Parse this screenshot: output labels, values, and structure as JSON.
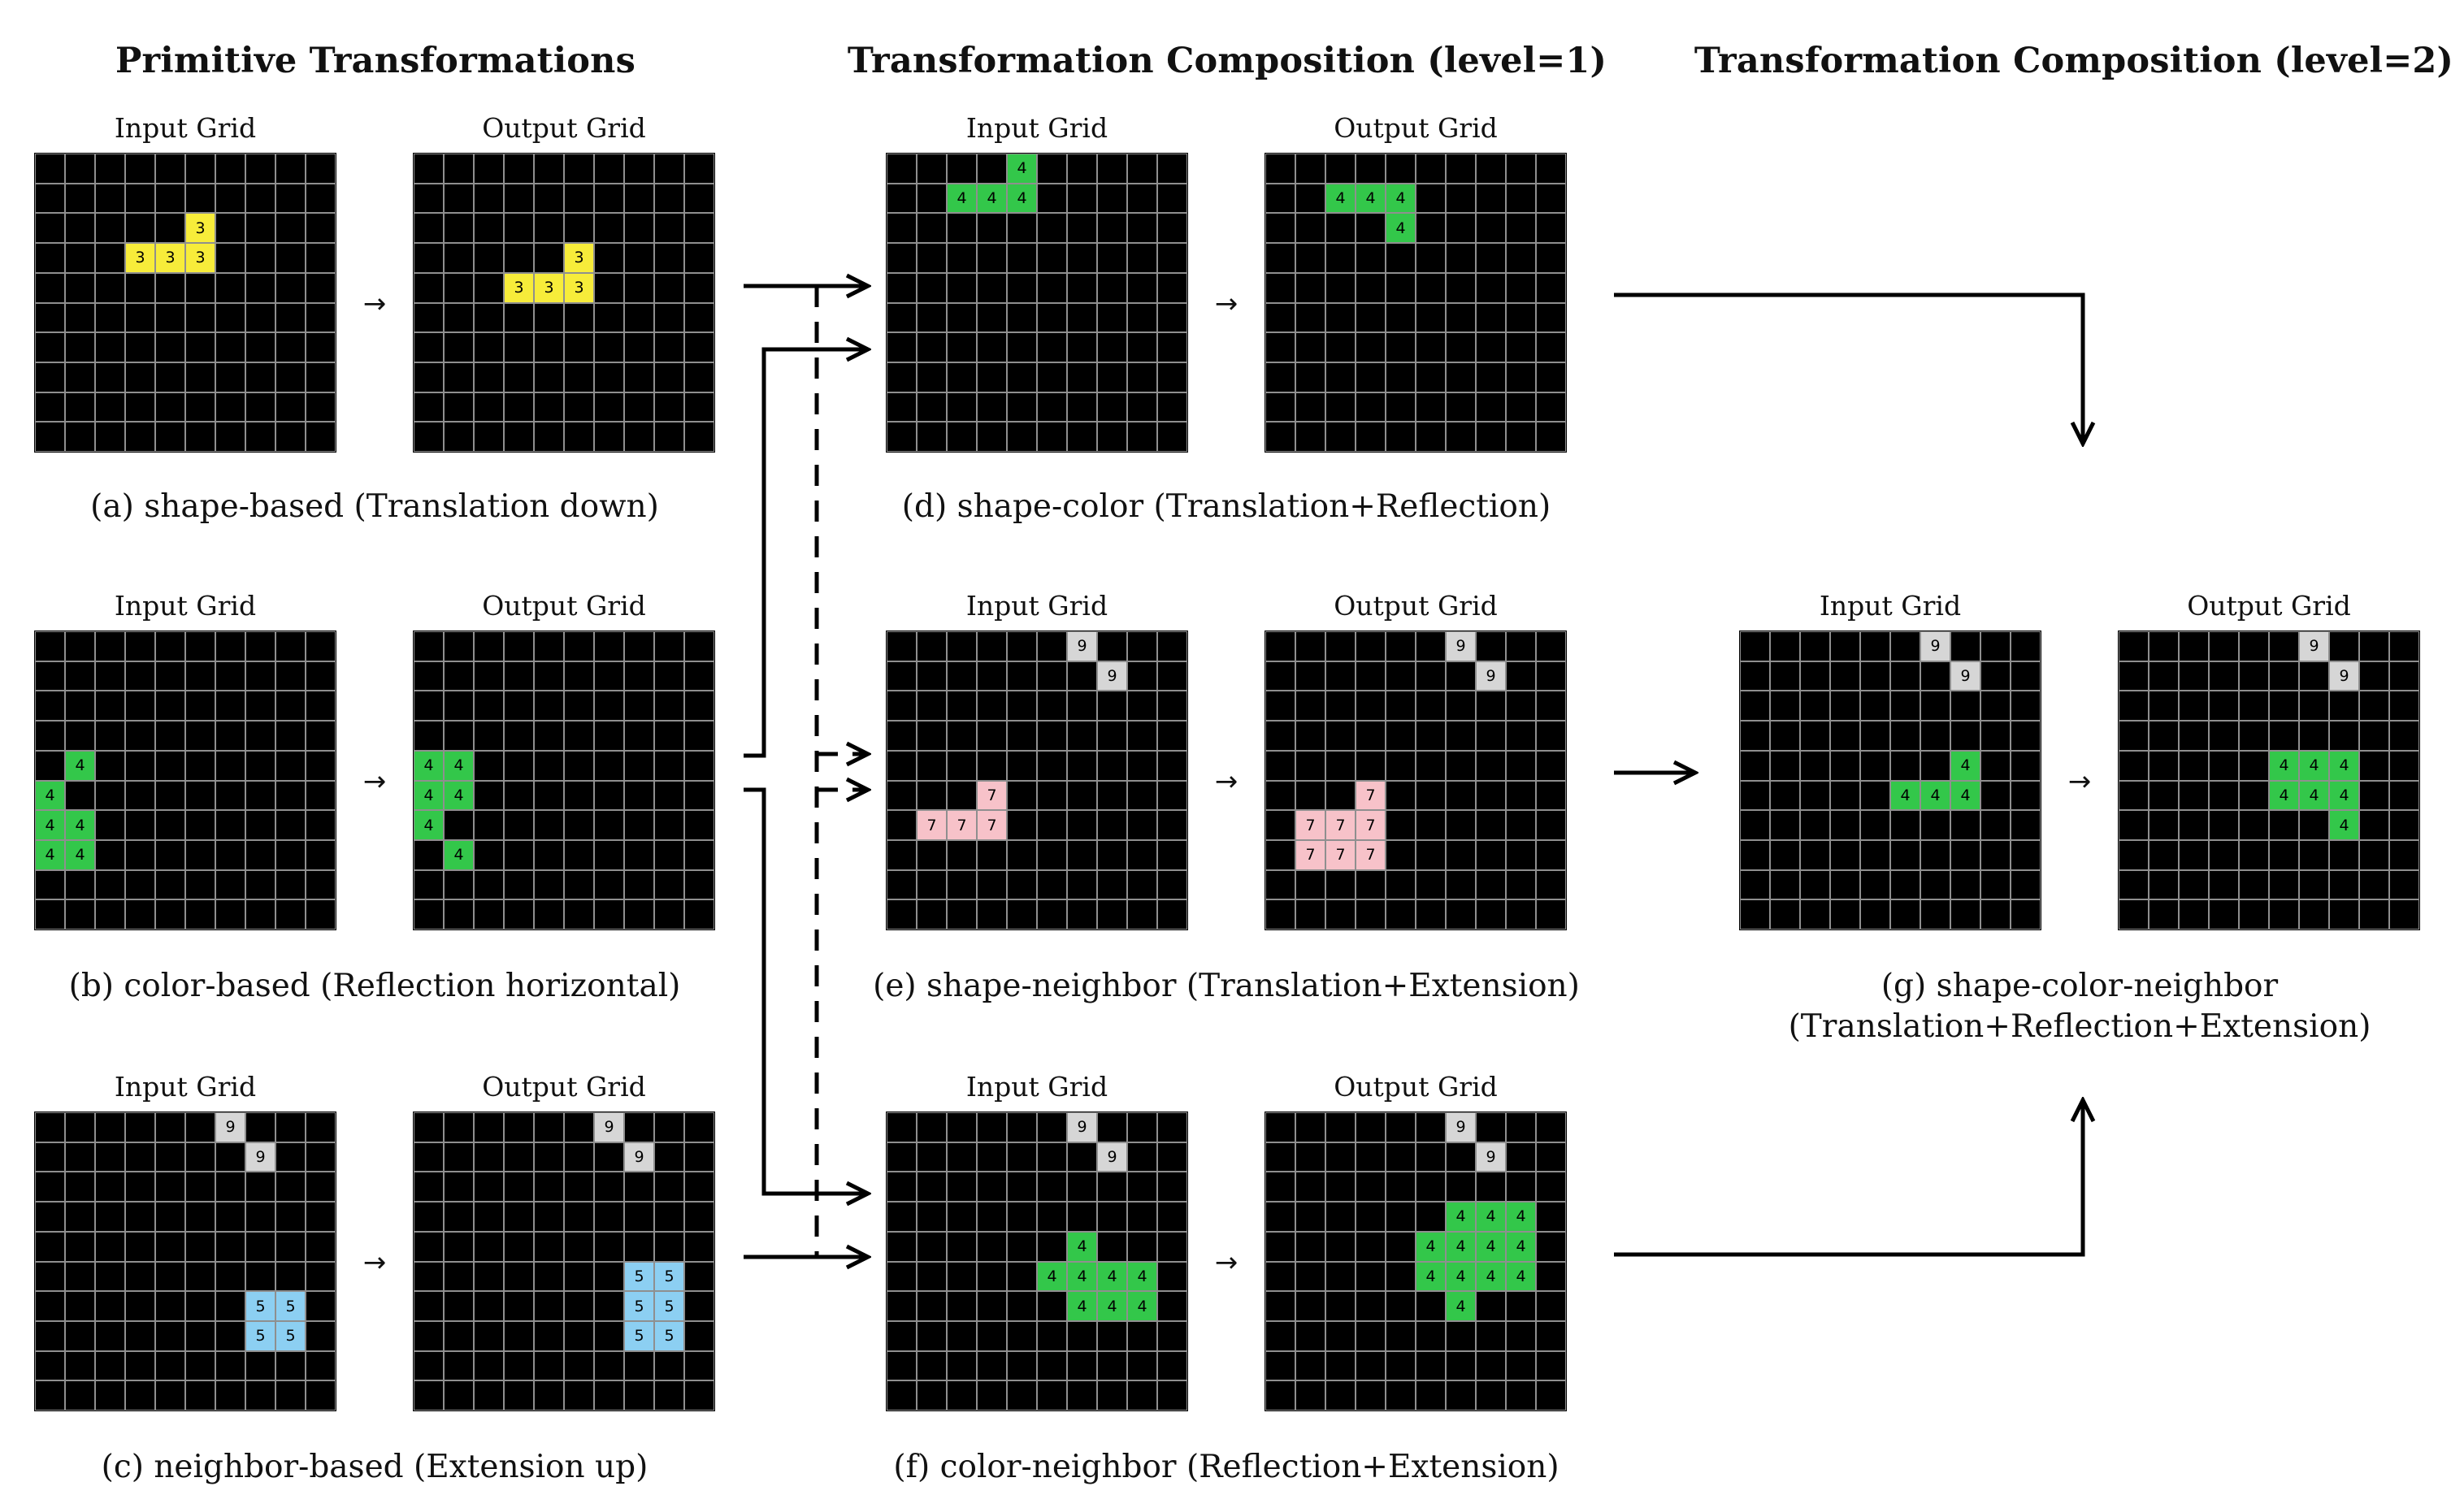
{
  "headings": {
    "primitive": "Primitive Transformations",
    "level1": "Transformation Composition (level=1)",
    "level2": "Transformation Composition (level=2)"
  },
  "labels": {
    "input": "Input Grid",
    "output": "Output Grid",
    "arrow": "→"
  },
  "colors": {
    "background": "#000000",
    "gridline": "#8f8f8f",
    "3": "#f7ec3a",
    "4": "#33c74a",
    "5": "#8ccff2",
    "7": "#f7c2c9",
    "9": "#d6d6d6"
  },
  "panels": [
    {
      "id": "a",
      "caption": [
        "(a) shape-based (Translation down)"
      ],
      "input": [
        [
          2,
          5,
          3
        ],
        [
          3,
          3,
          3
        ],
        [
          3,
          4,
          3
        ],
        [
          3,
          5,
          3
        ]
      ],
      "output": [
        [
          3,
          5,
          3
        ],
        [
          4,
          3,
          3
        ],
        [
          4,
          4,
          3
        ],
        [
          4,
          5,
          3
        ]
      ]
    },
    {
      "id": "b",
      "caption": [
        "(b) color-based (Reflection horizontal)"
      ],
      "input": [
        [
          4,
          1,
          4
        ],
        [
          5,
          0,
          4
        ],
        [
          6,
          0,
          4
        ],
        [
          6,
          1,
          4
        ],
        [
          7,
          0,
          4
        ],
        [
          7,
          1,
          4
        ]
      ],
      "output": [
        [
          4,
          0,
          4
        ],
        [
          4,
          1,
          4
        ],
        [
          5,
          0,
          4
        ],
        [
          5,
          1,
          4
        ],
        [
          6,
          0,
          4
        ],
        [
          7,
          1,
          4
        ]
      ]
    },
    {
      "id": "c",
      "caption": [
        "(c) neighbor-based (Extension up)"
      ],
      "input": [
        [
          0,
          6,
          9
        ],
        [
          1,
          7,
          9
        ],
        [
          6,
          7,
          5
        ],
        [
          6,
          8,
          5
        ],
        [
          7,
          7,
          5
        ],
        [
          7,
          8,
          5
        ]
      ],
      "output": [
        [
          0,
          6,
          9
        ],
        [
          1,
          7,
          9
        ],
        [
          5,
          7,
          5
        ],
        [
          5,
          8,
          5
        ],
        [
          6,
          7,
          5
        ],
        [
          6,
          8,
          5
        ],
        [
          7,
          7,
          5
        ],
        [
          7,
          8,
          5
        ]
      ]
    },
    {
      "id": "d",
      "caption": [
        "(d) shape-color (Translation+Reflection)"
      ],
      "input": [
        [
          0,
          4,
          4
        ],
        [
          1,
          2,
          4
        ],
        [
          1,
          3,
          4
        ],
        [
          1,
          4,
          4
        ]
      ],
      "output": [
        [
          1,
          2,
          4
        ],
        [
          1,
          3,
          4
        ],
        [
          1,
          4,
          4
        ],
        [
          2,
          4,
          4
        ]
      ]
    },
    {
      "id": "e",
      "caption": [
        "(e) shape-neighbor (Translation+Extension)"
      ],
      "input": [
        [
          0,
          6,
          9
        ],
        [
          1,
          7,
          9
        ],
        [
          5,
          3,
          7
        ],
        [
          6,
          1,
          7
        ],
        [
          6,
          2,
          7
        ],
        [
          6,
          3,
          7
        ]
      ],
      "output": [
        [
          0,
          6,
          9
        ],
        [
          1,
          7,
          9
        ],
        [
          5,
          3,
          7
        ],
        [
          6,
          1,
          7
        ],
        [
          6,
          2,
          7
        ],
        [
          6,
          3,
          7
        ],
        [
          7,
          1,
          7
        ],
        [
          7,
          2,
          7
        ],
        [
          7,
          3,
          7
        ]
      ]
    },
    {
      "id": "f",
      "caption": [
        "(f) color-neighbor (Reflection+Extension)"
      ],
      "input": [
        [
          0,
          6,
          9
        ],
        [
          1,
          7,
          9
        ],
        [
          4,
          6,
          4
        ],
        [
          5,
          5,
          4
        ],
        [
          5,
          6,
          4
        ],
        [
          5,
          7,
          4
        ],
        [
          5,
          8,
          4
        ],
        [
          6,
          6,
          4
        ],
        [
          6,
          7,
          4
        ],
        [
          6,
          8,
          4
        ]
      ],
      "output": [
        [
          0,
          6,
          9
        ],
        [
          1,
          7,
          9
        ],
        [
          3,
          6,
          4
        ],
        [
          3,
          7,
          4
        ],
        [
          3,
          8,
          4
        ],
        [
          4,
          5,
          4
        ],
        [
          4,
          6,
          4
        ],
        [
          4,
          7,
          4
        ],
        [
          4,
          8,
          4
        ],
        [
          5,
          5,
          4
        ],
        [
          5,
          6,
          4
        ],
        [
          5,
          7,
          4
        ],
        [
          5,
          8,
          4
        ],
        [
          6,
          6,
          4
        ]
      ]
    },
    {
      "id": "g",
      "caption": [
        "(g) shape-color-neighbor",
        "(Translation+Reflection+Extension)"
      ],
      "input": [
        [
          0,
          6,
          9
        ],
        [
          1,
          7,
          9
        ],
        [
          4,
          7,
          4
        ],
        [
          5,
          5,
          4
        ],
        [
          5,
          6,
          4
        ],
        [
          5,
          7,
          4
        ]
      ],
      "output": [
        [
          0,
          6,
          9
        ],
        [
          1,
          7,
          9
        ],
        [
          4,
          5,
          4
        ],
        [
          4,
          6,
          4
        ],
        [
          4,
          7,
          4
        ],
        [
          5,
          5,
          4
        ],
        [
          5,
          6,
          4
        ],
        [
          5,
          7,
          4
        ],
        [
          6,
          7,
          4
        ]
      ]
    }
  ]
}
